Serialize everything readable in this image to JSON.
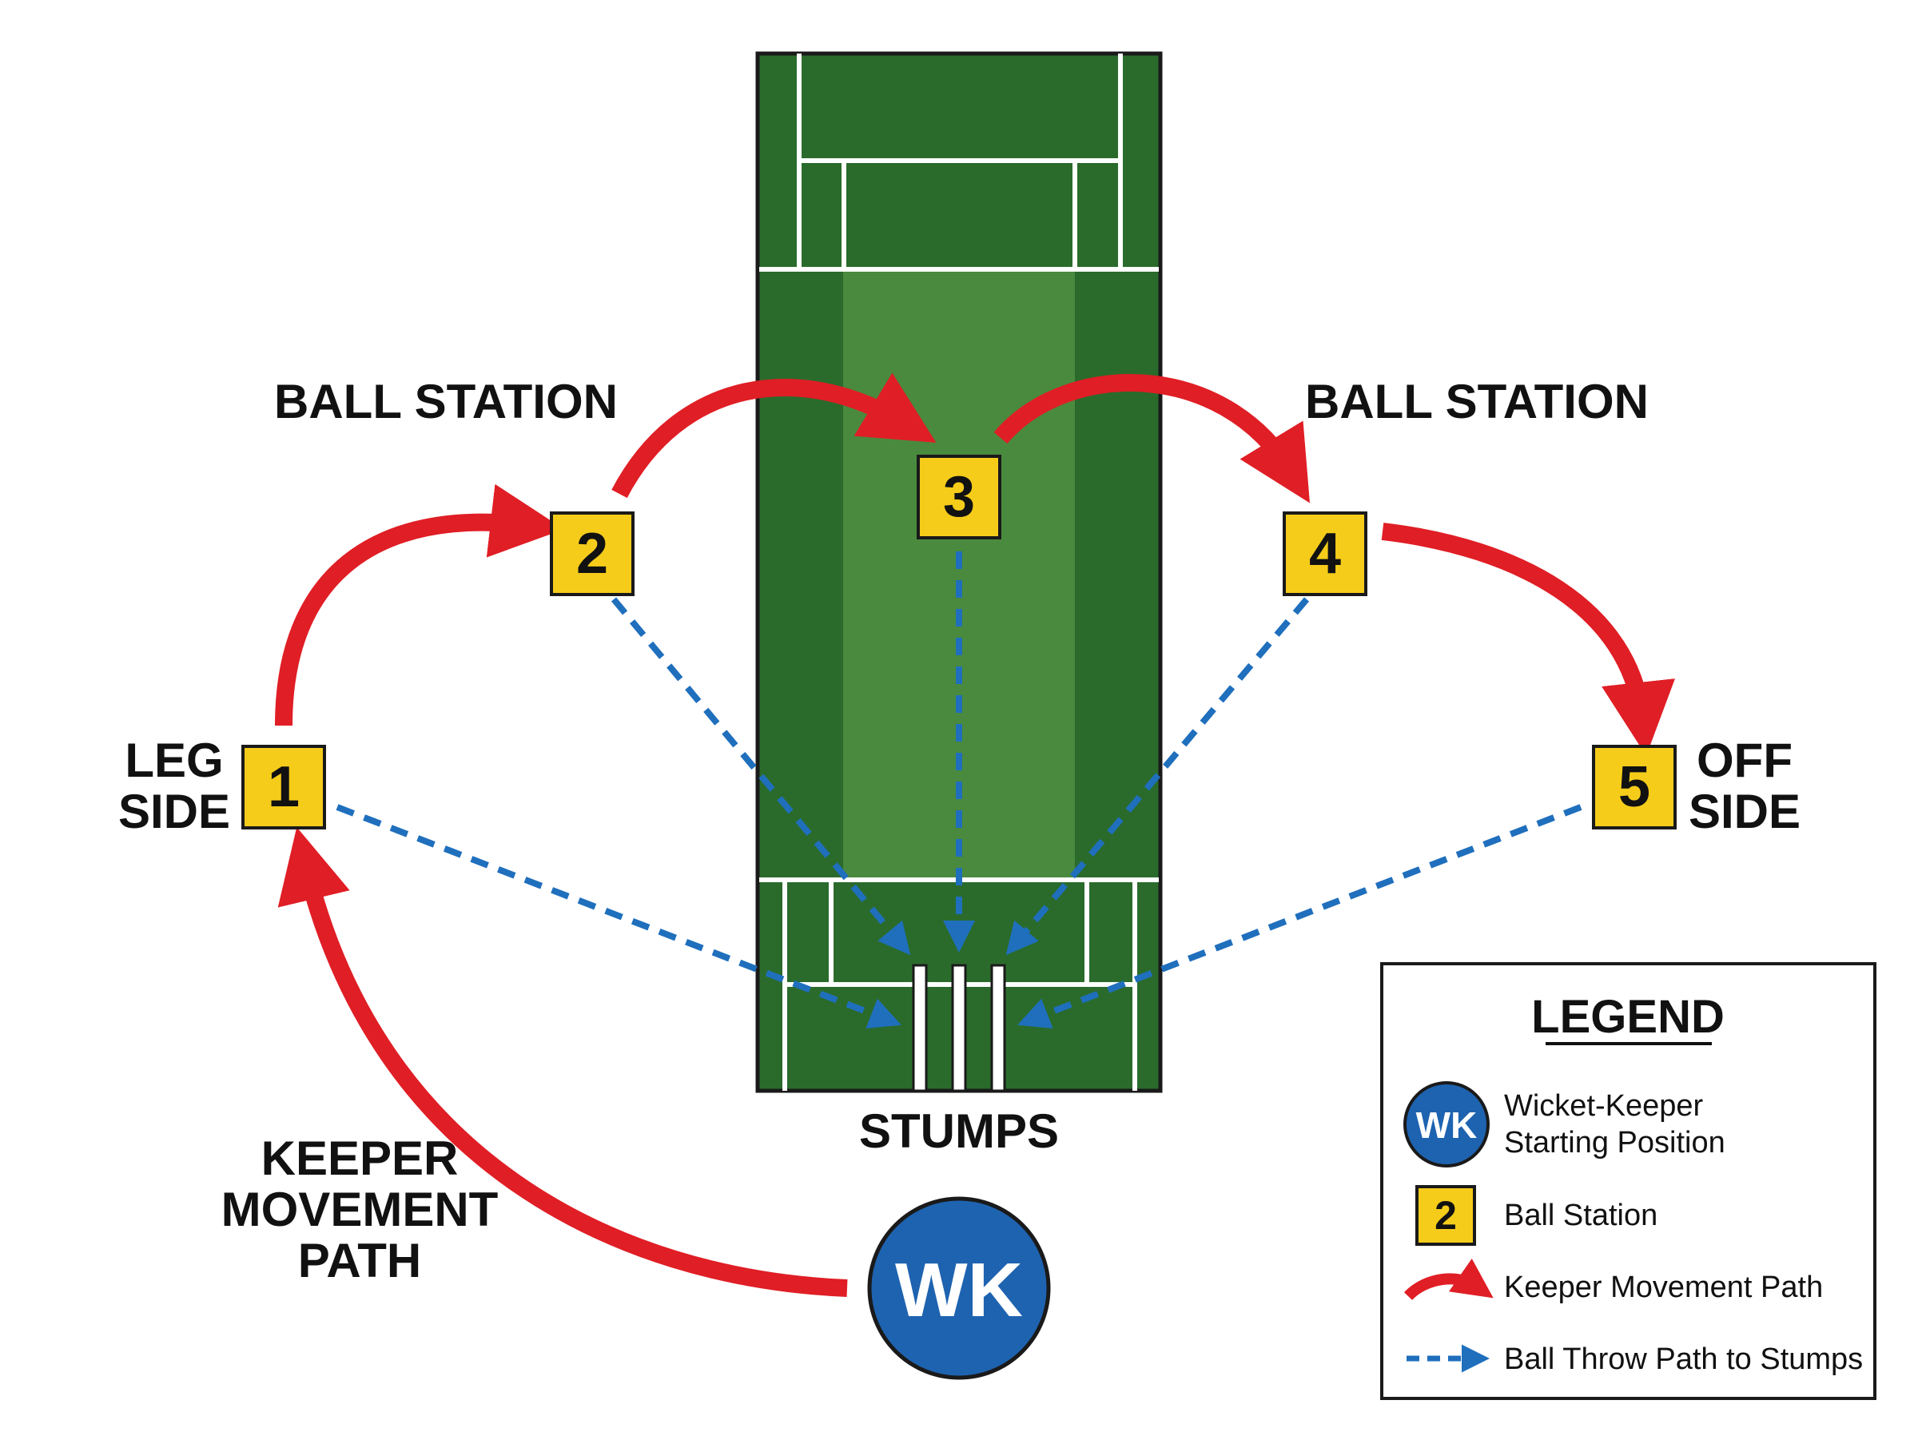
{
  "colors": {
    "pitch_outer": "#2a6b2c",
    "pitch_inner": "#4a8a3e",
    "crease_white": "#ffffff",
    "station_fill": "#f5cc1a",
    "keeper_path_red": "#e01e25",
    "throw_path_blue": "#1f6fbd",
    "keeper_circle_blue": "#1e63b0"
  },
  "labels": {
    "ball_station_left": "BALL STATION",
    "ball_station_right": "BALL STATION",
    "leg_side_line1": "LEG",
    "leg_side_line2": "SIDE",
    "off_side_line1": "OFF",
    "off_side_line2": "SIDE",
    "stumps": "STUMPS",
    "keeper_path_line1": "KEEPER",
    "keeper_path_line2": "MOVEMENT",
    "keeper_path_line3": "PATH"
  },
  "stations": [
    "1",
    "2",
    "3",
    "4",
    "5"
  ],
  "keeper": {
    "label": "WK"
  },
  "legend": {
    "title": "LEGEND",
    "wk_icon": "WK",
    "wk_text_line1": "Wicket-Keeper",
    "wk_text_line2": "Starting Position",
    "station_icon": "2",
    "station_text": "Ball Station",
    "keeper_path_text": "Keeper Movement Path",
    "throw_path_text": "Ball Throw Path to Stumps"
  }
}
